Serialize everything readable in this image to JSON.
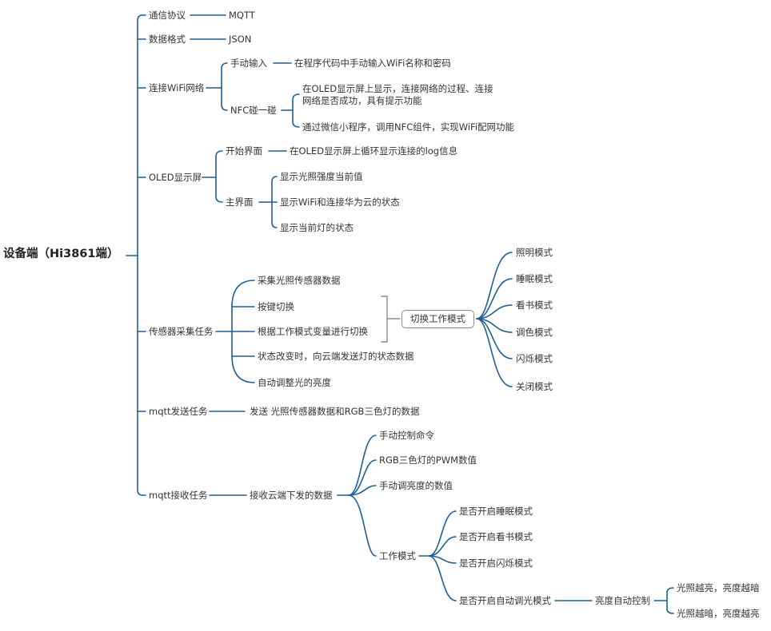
{
  "root": "设备端（Hi3861端）",
  "protocol": {
    "label": "通信协议",
    "value": "MQTT"
  },
  "format": {
    "label": "数据格式",
    "value": "JSON"
  },
  "wifi": {
    "label": "连接WiFi网络",
    "manual": {
      "label": "手动输入",
      "desc": "在程序代码中手动输入WiFi名称和密码"
    },
    "nfc": {
      "label": "NFC碰一碰",
      "desc1": "在OLED显示屏上显示，连接网络的过程、连接网络是否成功，具有提示功能",
      "desc2": "通过微信小程序，调用NFC组件，实现WiFi配网功能"
    }
  },
  "oled": {
    "label": "OLED显示屏",
    "start": {
      "label": "开始界面",
      "desc": "在OLED显示屏上循环显示连接的log信息"
    },
    "main": {
      "label": "主界面",
      "items": [
        "显示光照强度当前值",
        "显示WiFi和连接华为云的状态",
        "显示当前灯的状态"
      ]
    }
  },
  "sensor": {
    "label": "传感器采集任务",
    "items": [
      "采集光照传感器数据",
      "按键切换",
      "根据工作模式变量进行切换",
      "状态改变时，向云端发送灯的状态数据",
      "自动调整光的亮度"
    ],
    "switch_label": "切换工作模式",
    "modes": [
      "照明模式",
      "睡眠模式",
      "看书模式",
      "调色模式",
      "闪烁模式",
      "关闭模式"
    ]
  },
  "mqtt_send": {
    "label": "mqtt发送任务",
    "desc": "发送 光照传感器数据和RGB三色灯的数据"
  },
  "mqtt_recv": {
    "label": "mqtt接收任务",
    "sub": "接收云端下发的数据",
    "items": [
      "手动控制命令",
      "RGB三色灯的PWM数值",
      "手动调亮度的数值"
    ],
    "work": {
      "label": "工作模式",
      "items": [
        "是否开启睡眠模式",
        "是否开启看书模式",
        "是否开启闪烁模式",
        "是否开启自动调光模式"
      ],
      "auto": {
        "label": "亮度自动控制",
        "items": [
          "光照越亮，亮度越暗",
          "光照越暗，亮度越亮"
        ]
      }
    }
  },
  "colors": {
    "line": "#1f5e96",
    "bracket": "#8a8a8a",
    "text": "#333333"
  }
}
